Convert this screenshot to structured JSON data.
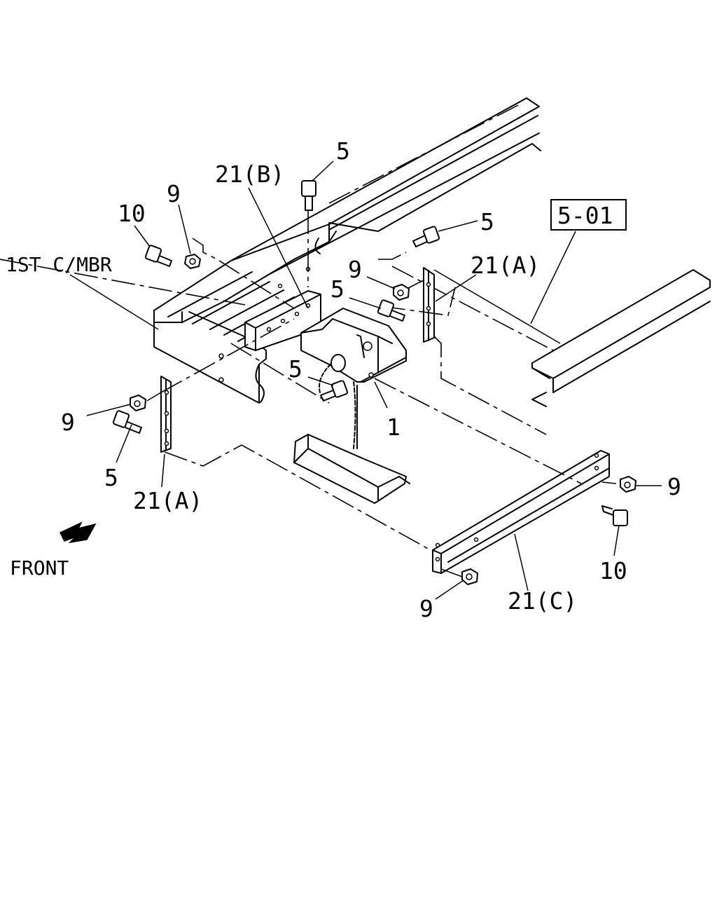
{
  "labels": {
    "part_5_top": "5",
    "part_21b": "21(B)",
    "part_9_top": "9",
    "part_10_top": "10",
    "first_crossmember": "1ST C/MBR",
    "part_5_right_upper": "5",
    "ref_box": "5-01",
    "part_9_mid": "9",
    "part_21a_right": "21(A)",
    "part_5_mid": "5",
    "part_5_center": "5",
    "part_1": "1",
    "part_9_left": "9",
    "part_5_left": "5",
    "part_21a_left": "21(A)",
    "part_9_right": "9",
    "part_10_right": "10",
    "part_9_bottom": "9",
    "part_21c": "21(C)",
    "front": "FRONT"
  },
  "icons": {
    "front_arrow": "front-direction-arrow-icon"
  }
}
